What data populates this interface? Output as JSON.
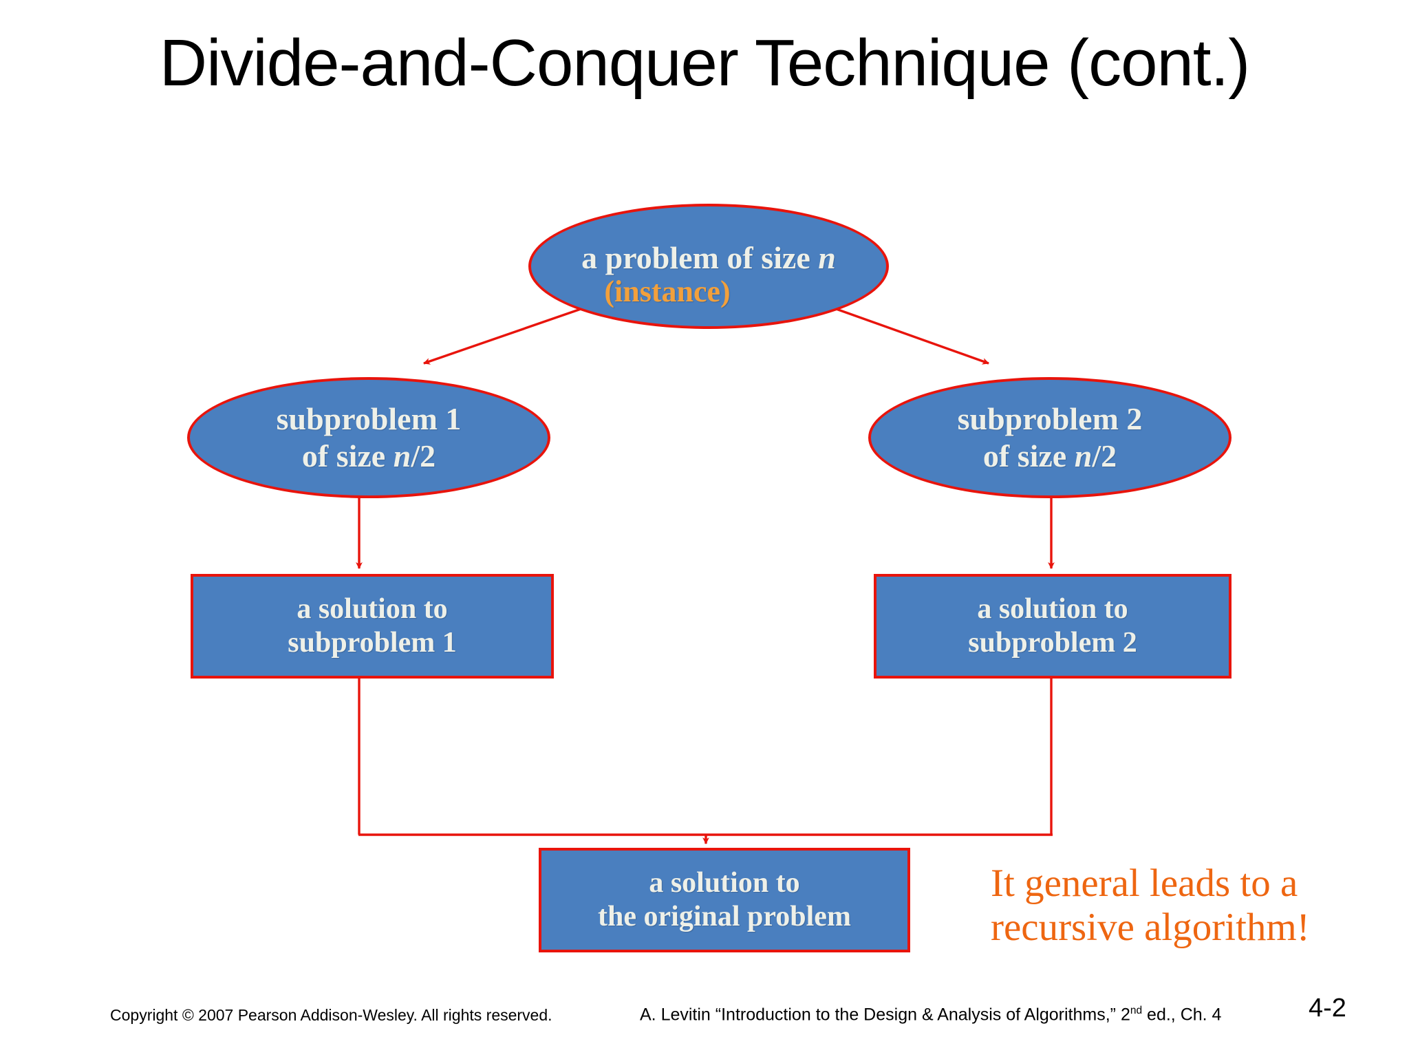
{
  "slide": {
    "title": "Divide-and-Conquer Technique (cont.)",
    "page_number": "4-2",
    "accent_colors": {
      "node_fill": "#4a7fbf",
      "node_border": "#e8140c",
      "node_text": "#eef0e8",
      "orange": "#ee6611",
      "instance_orange": "#f2a03c",
      "background": "#ffffff"
    }
  },
  "diagram": {
    "type": "divide-and-conquer-tree",
    "nodes": {
      "root": {
        "shape": "ellipse",
        "line1_prefix": "a problem of size ",
        "line1_italic": "n",
        "line2": "(instance)"
      },
      "subproblem1": {
        "shape": "ellipse",
        "line1": "subproblem 1",
        "line2_prefix": "of size ",
        "line2_italic": "n",
        "line2_suffix": "/2"
      },
      "subproblem2": {
        "shape": "ellipse",
        "line1": "subproblem 2",
        "line2_prefix": "of size ",
        "line2_italic": "n",
        "line2_suffix": "/2"
      },
      "solution1": {
        "shape": "rectangle",
        "line1": "a solution to",
        "line2": "subproblem 1"
      },
      "solution2": {
        "shape": "rectangle",
        "line1": "a solution to",
        "line2": "subproblem 2"
      },
      "final_solution": {
        "shape": "rectangle",
        "line1": "a solution to",
        "line2": "the original problem"
      }
    },
    "edges": [
      {
        "from": "root",
        "to": "subproblem1",
        "style": "diagonal-arrow"
      },
      {
        "from": "root",
        "to": "subproblem2",
        "style": "diagonal-arrow"
      },
      {
        "from": "subproblem1",
        "to": "solution1",
        "style": "vertical-arrow"
      },
      {
        "from": "subproblem2",
        "to": "solution2",
        "style": "vertical-arrow"
      },
      {
        "from": "solution1",
        "to": "final_solution",
        "style": "elbow-merge-arrow"
      },
      {
        "from": "solution2",
        "to": "final_solution",
        "style": "elbow-merge-arrow"
      }
    ]
  },
  "callout": {
    "line1": "It general leads to a",
    "line2": "recursive algorithm!"
  },
  "footer": {
    "copyright": "Copyright © 2007 Pearson Addison-Wesley. All rights reserved.",
    "citation_before": "A. Levitin “Introduction to the Design & Analysis of Algorithms,” 2",
    "citation_sup": "nd",
    "citation_after": " ed., Ch. 4",
    "page_number": "4-2"
  }
}
